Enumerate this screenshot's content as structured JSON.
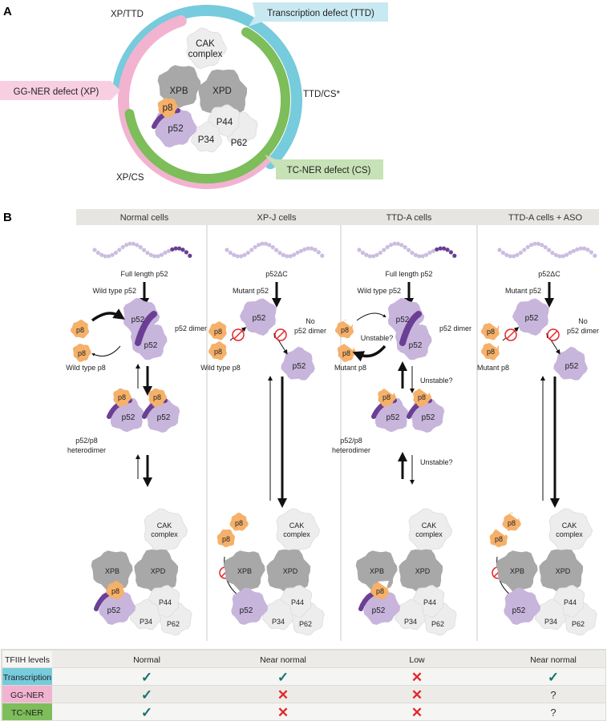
{
  "colors": {
    "transcription": "#76cbdc",
    "gg_ner": "#f2b3d0",
    "tc_ner": "#7dbd5a",
    "transcription_light": "#c9e9f2",
    "gg_ner_light": "#f8cfe1",
    "tc_ner_light": "#c7e2b6",
    "p52": "#c7b5dc",
    "p52_dark": "#6a3f94",
    "p8": "#f5b06a",
    "core_gray": "#a8a8a8",
    "light_subunit": "#ededed",
    "check": "#17756d",
    "cross": "#e3262b",
    "header_bar": "#e6e5e1"
  },
  "panel_a": {
    "label": "A",
    "ring_labels": {
      "xp_ttd": "XP/TTD",
      "ttd_cs": "TTD/CS*",
      "xp_cs": "XP/CS"
    },
    "callouts": {
      "transcription": "Transcription defect (TTD)",
      "gg_ner": "GG-NER defect (XP)",
      "tc_ner": "TC-NER defect (CS)"
    },
    "complex": {
      "cak_1": "CAK",
      "cak_2": "complex",
      "xpb": "XPB",
      "xpd": "XPD",
      "p8": "p8",
      "p52": "p52",
      "p44": "P44",
      "p34": "P34",
      "p62": "P62"
    }
  },
  "panel_b": {
    "label": "B",
    "columns": [
      {
        "header": "Normal cells",
        "type": "normal",
        "chain_label": "Full length p52",
        "p52_label": "Wild type p52",
        "p8_label": "Wild type p8",
        "dimer_label": "p52 dimer",
        "hetero_1": "p52/p8",
        "hetero_2": "heterodimer",
        "p52": "p52",
        "p8": "p8",
        "cak_1": "CAK",
        "cak_2": "complex",
        "xpb": "XPB",
        "xpd": "XPD",
        "p44": "P44",
        "p34": "P34",
        "p62": "P62"
      },
      {
        "header": "XP-J cells",
        "type": "mutant",
        "chain_label": "p52ΔC",
        "p52_label": "Mutant p52",
        "p8_label": "Wild type p8",
        "no_dimer_1": "No",
        "no_dimer_2": "p52 dimer",
        "p52": "p52",
        "p8": "p8",
        "cak_1": "CAK",
        "cak_2": "complex",
        "xpb": "XPB",
        "xpd": "XPD",
        "p44": "P44",
        "p34": "P34",
        "p62": "P62"
      },
      {
        "header": "TTD-A cells",
        "type": "normal",
        "chain_label": "Full length p52",
        "p52_label": "Wild type p52",
        "p8_label": "Mutant p8",
        "dimer_label": "p52 dimer",
        "hetero_1": "p52/p8",
        "hetero_2": "heterodimer",
        "unstable": "Unstable?",
        "p52": "p52",
        "p8": "p8",
        "cak_1": "CAK",
        "cak_2": "complex",
        "xpb": "XPB",
        "xpd": "XPD",
        "p44": "P44",
        "p34": "P34",
        "p62": "P62"
      },
      {
        "header": "TTD-A cells + ASO",
        "type": "mutant",
        "chain_label": "p52ΔC",
        "p52_label": "Mutant p52",
        "p8_label": "Mutant p8",
        "no_dimer_1": "No",
        "no_dimer_2": "p52 dimer",
        "p52": "p52",
        "p8": "p8",
        "cak_1": "CAK",
        "cak_2": "complex",
        "xpb": "XPB",
        "xpd": "XPD",
        "p44": "P44",
        "p34": "P34",
        "p62": "P62"
      }
    ]
  },
  "table": {
    "header": [
      "TFIIH levels",
      "Normal",
      "Near normal",
      "Low",
      "Near normal"
    ],
    "rows": [
      {
        "label": "Transcription",
        "values": [
          "check",
          "check",
          "cross",
          "check"
        ]
      },
      {
        "label": "GG-NER",
        "values": [
          "check",
          "cross",
          "cross",
          "?"
        ]
      },
      {
        "label": "TC-NER",
        "values": [
          "check",
          "cross",
          "cross",
          "?"
        ]
      }
    ],
    "symbols": {
      "check": "✓",
      "cross": "✕"
    }
  }
}
